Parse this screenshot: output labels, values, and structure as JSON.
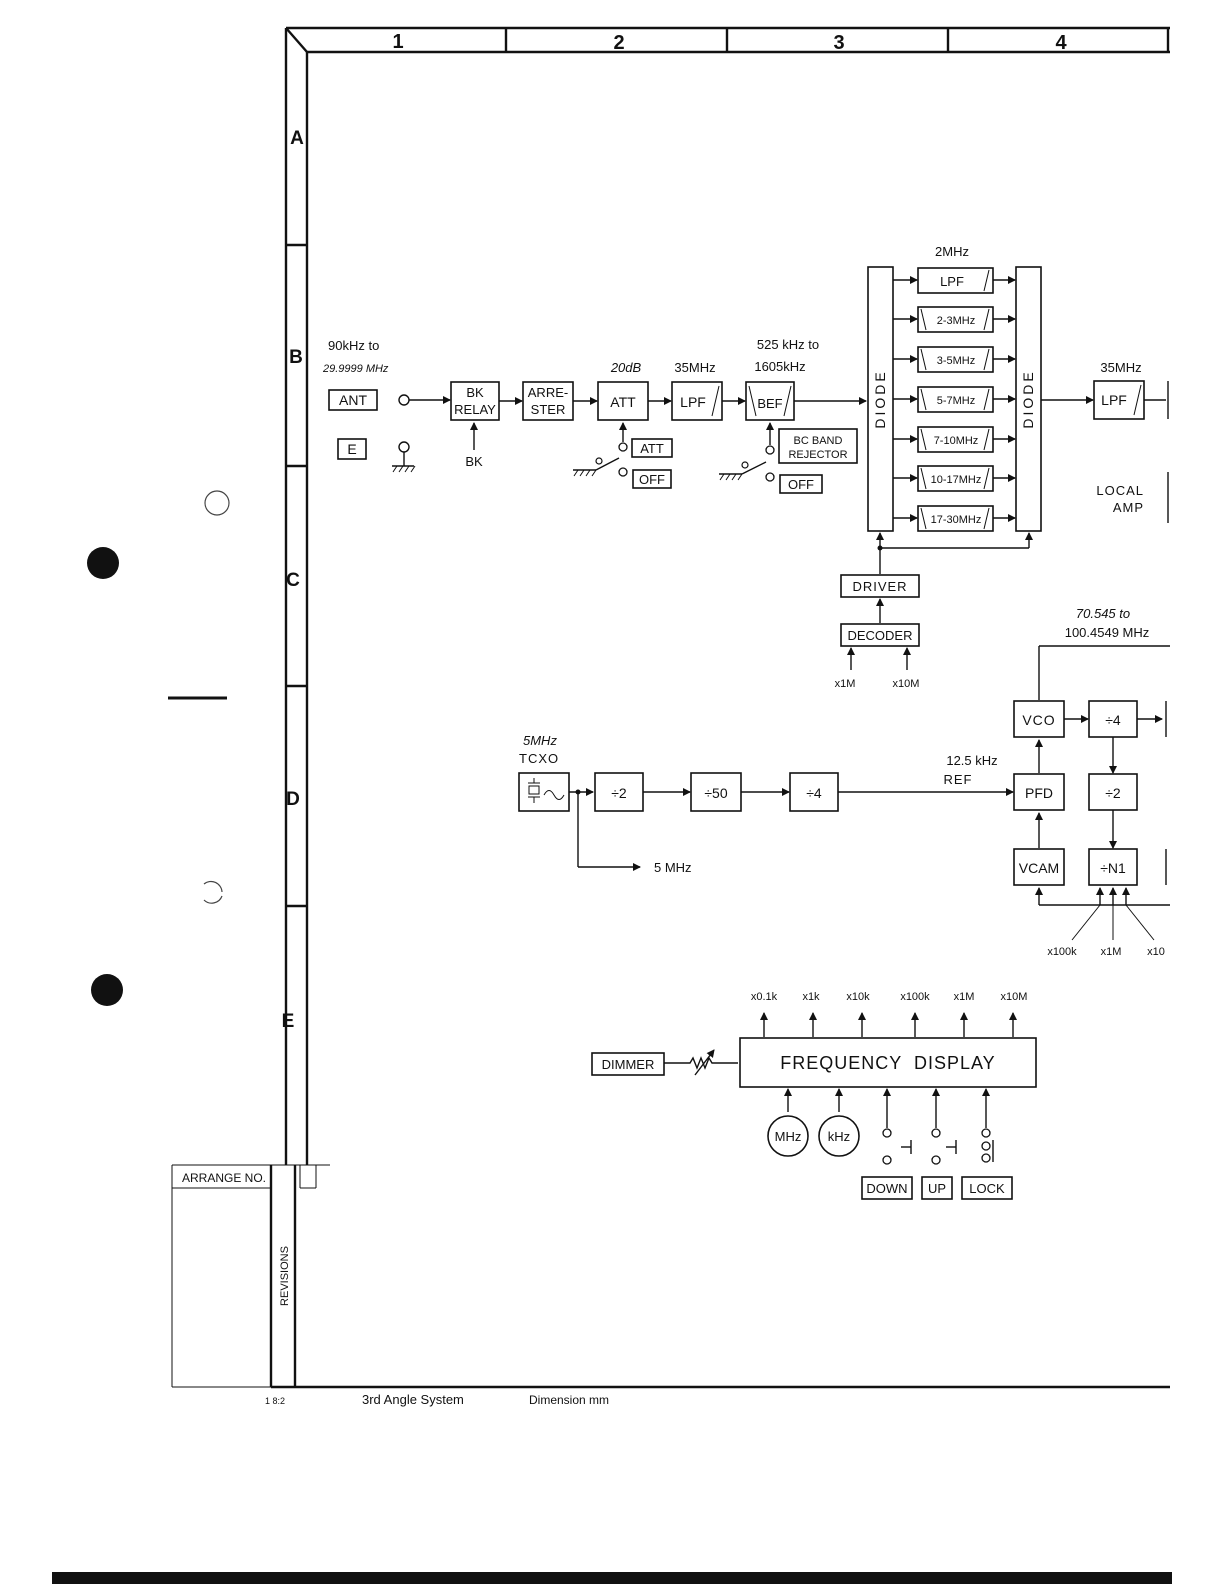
{
  "frame": {
    "columns": [
      "1",
      "2",
      "3",
      "4"
    ],
    "rows": [
      "A",
      "B",
      "C",
      "D",
      "E"
    ],
    "arrange_no": "ARRANGE NO.",
    "revisions": "REVISIONS",
    "footer_code": "1 8:2",
    "footer_angle": "3rd Angle System",
    "footer_dim": "Dimension mm"
  },
  "rf_input": {
    "freq_line1": "90kHz to",
    "freq_line2": "29.9999 MHz",
    "ant": "ANT",
    "e": "E",
    "bk_relay_1": "BK",
    "bk_relay_2": "RELAY",
    "bk": "BK",
    "arrester_1": "ARRE-",
    "arrester_2": "STER",
    "att_value": "20dB",
    "att": "ATT",
    "att_switch_on": "ATT",
    "att_switch_off": "OFF",
    "lpf_freq": "35MHz",
    "lpf": "LPF",
    "bef_freq_1": "525 kHz to",
    "bef_freq_2": "1605kHz",
    "bef": "BEF",
    "bc_band_1": "BC BAND",
    "bc_band_2": "REJECTOR",
    "bef_switch_off": "OFF"
  },
  "filter_bank": {
    "diode": "DIODE",
    "top_freq": "2MHz",
    "filters": [
      "LPF",
      "2-3MHz",
      "3-5MHz",
      "5-7MHz",
      "7-10MHz",
      "10-17MHz",
      "17-30MHz"
    ],
    "driver": "DRIVER",
    "decoder": "DECODER",
    "decoder_in_1": "x1M",
    "decoder_in_2": "x10M",
    "out_lpf_freq": "35MHz",
    "out_lpf": "LPF",
    "local_amp_1": "LOCAL",
    "local_amp_2": "AMP"
  },
  "synth": {
    "tcxo_freq": "5MHz",
    "tcxo": "TCXO",
    "div2": "÷2",
    "div50": "÷50",
    "div4": "÷4",
    "out_5mhz": "5 MHz",
    "ref_freq": "12.5 kHz",
    "ref": "REF",
    "vco_range_1": "70.545 to",
    "vco_range_2": "100.4549 MHz",
    "vco": "VCO",
    "vco_div4": "÷4",
    "pfd": "PFD",
    "pfd_div2": "÷2",
    "vcam": "VCAM",
    "divn1": "÷N1",
    "n1_in_1": "x100k",
    "n1_in_2": "x1M",
    "n1_in_3": "x10"
  },
  "display": {
    "dimmer": "DIMMER",
    "freq_display": "FREQUENCY  DISPLAY",
    "outputs": [
      "x0.1k",
      "x1k",
      "x10k",
      "x100k",
      "x1M",
      "x10M"
    ],
    "mhz": "MHz",
    "khz": "kHz",
    "down": "DOWN",
    "up": "UP",
    "lock": "LOCK"
  }
}
